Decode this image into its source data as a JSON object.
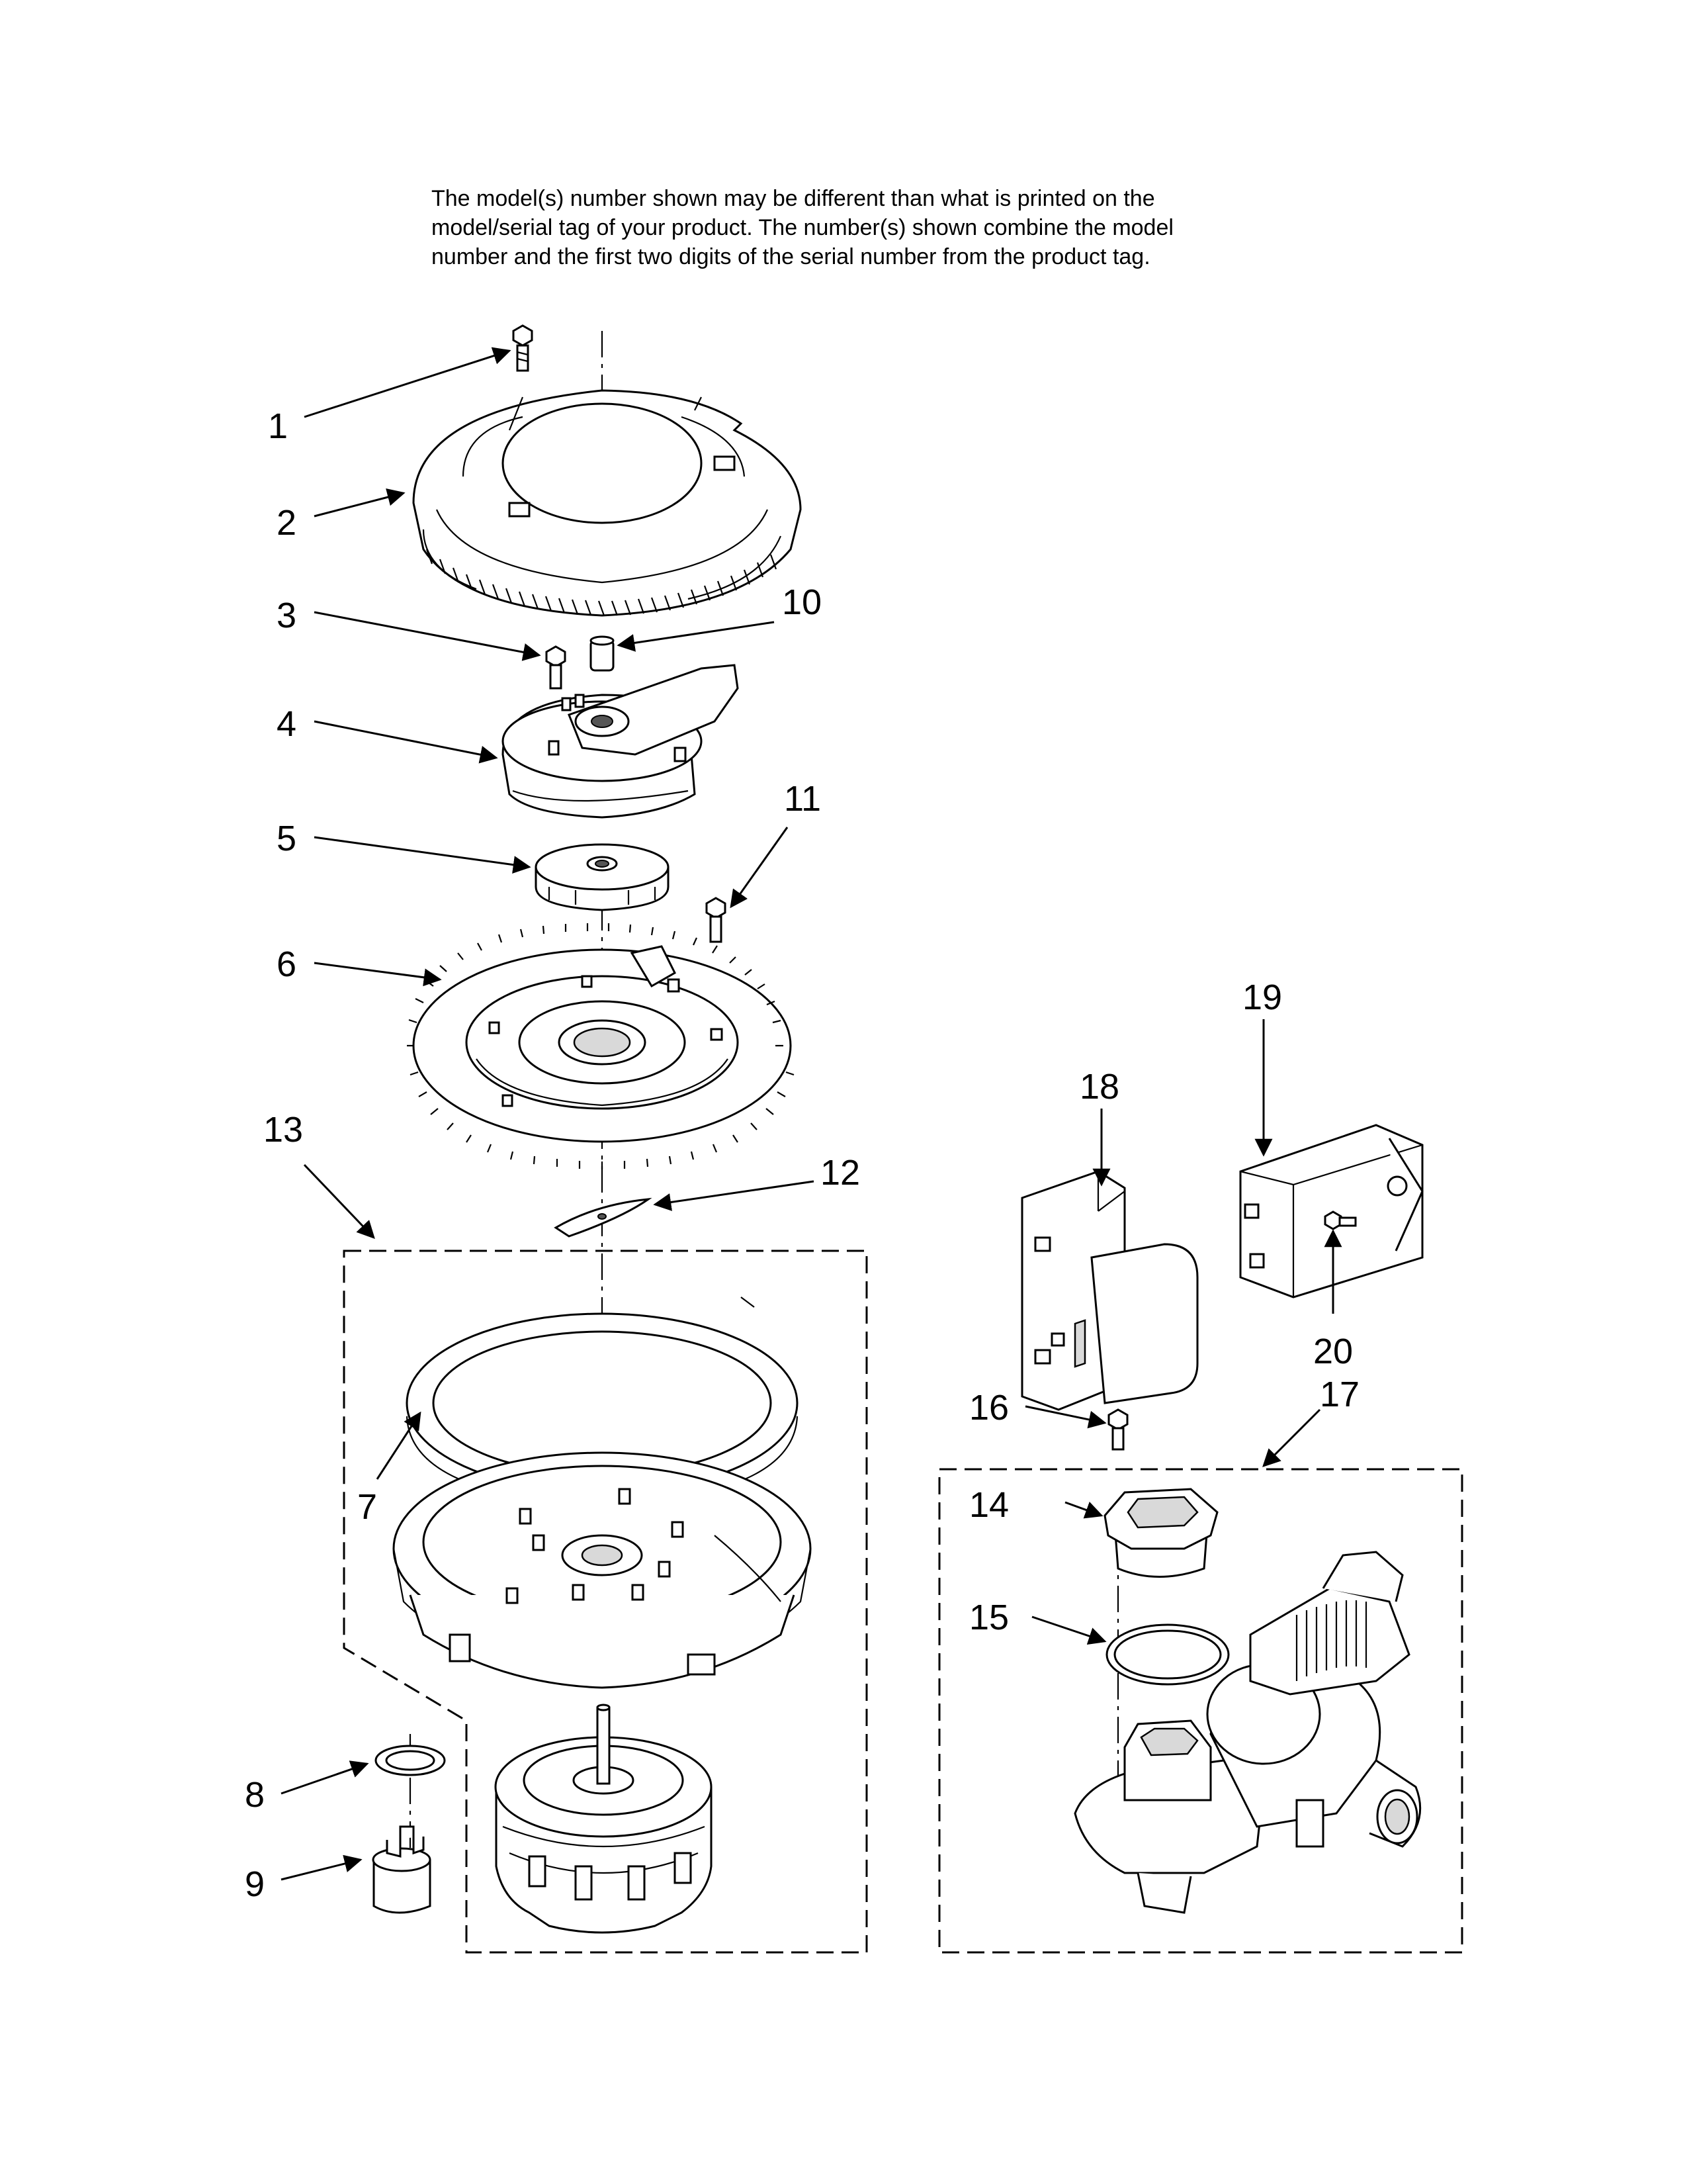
{
  "note": {
    "lines": [
      "The model(s) number shown may be different than what is printed on the",
      "model/serial tag of your product. The number(s) shown combine the model",
      "number and the first two digits of the serial number from the product tag."
    ]
  },
  "callouts": [
    "1",
    "2",
    "3",
    "4",
    "5",
    "6",
    "7",
    "8",
    "9",
    "10",
    "11",
    "12",
    "13",
    "14",
    "15",
    "16",
    "17",
    "18",
    "19",
    "20"
  ]
}
